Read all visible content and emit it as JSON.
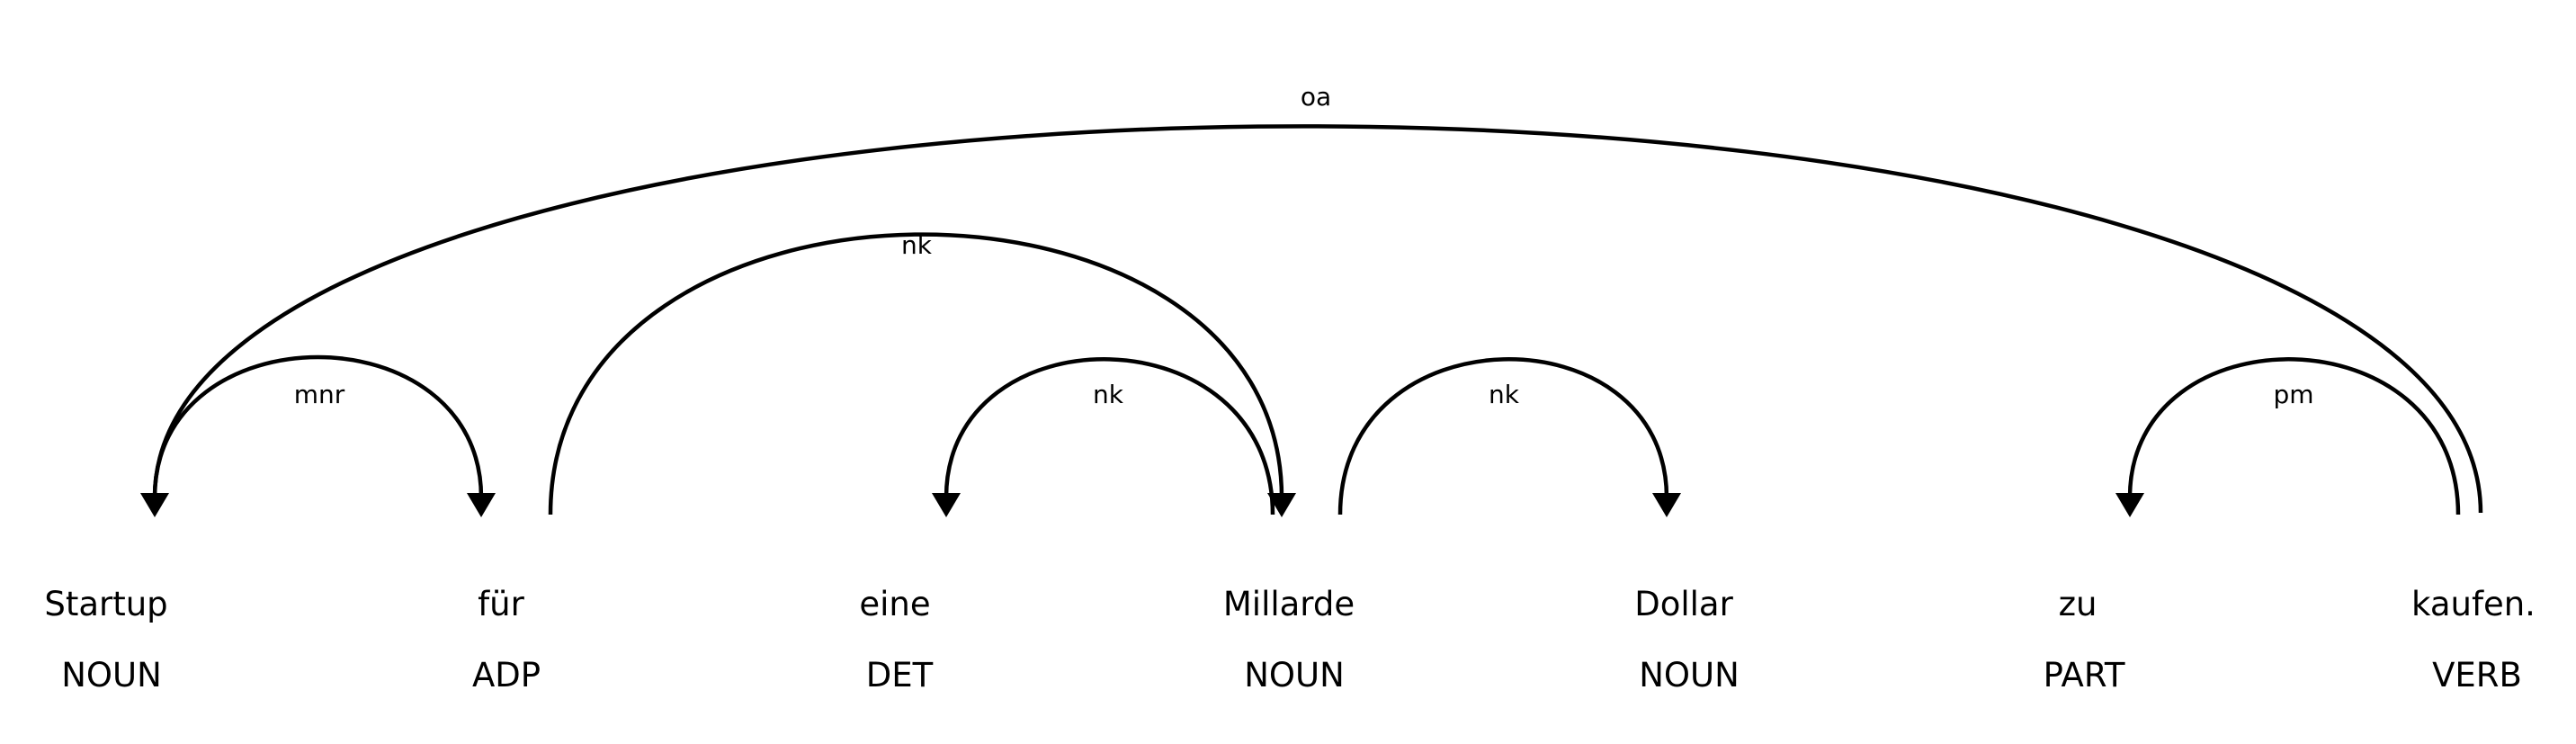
{
  "tokens": [
    {
      "text": "Startup",
      "tag": "NOUN"
    },
    {
      "text": "für",
      "tag": "ADP"
    },
    {
      "text": "eine",
      "tag": "DET"
    },
    {
      "text": "Millarde",
      "tag": "NOUN"
    },
    {
      "text": "Dollar",
      "tag": "NOUN"
    },
    {
      "text": "zu",
      "tag": "PART"
    },
    {
      "text": "kaufen.",
      "tag": "VERB"
    }
  ],
  "arcs": [
    {
      "label": "oa",
      "head": 6,
      "dep": 0
    },
    {
      "label": "mnr",
      "head": 0,
      "dep": 1
    },
    {
      "label": "nk",
      "head": 1,
      "dep": 3
    },
    {
      "label": "nk",
      "head": 3,
      "dep": 2
    },
    {
      "label": "nk",
      "head": 3,
      "dep": 4
    },
    {
      "label": "pm",
      "head": 6,
      "dep": 5
    }
  ]
}
